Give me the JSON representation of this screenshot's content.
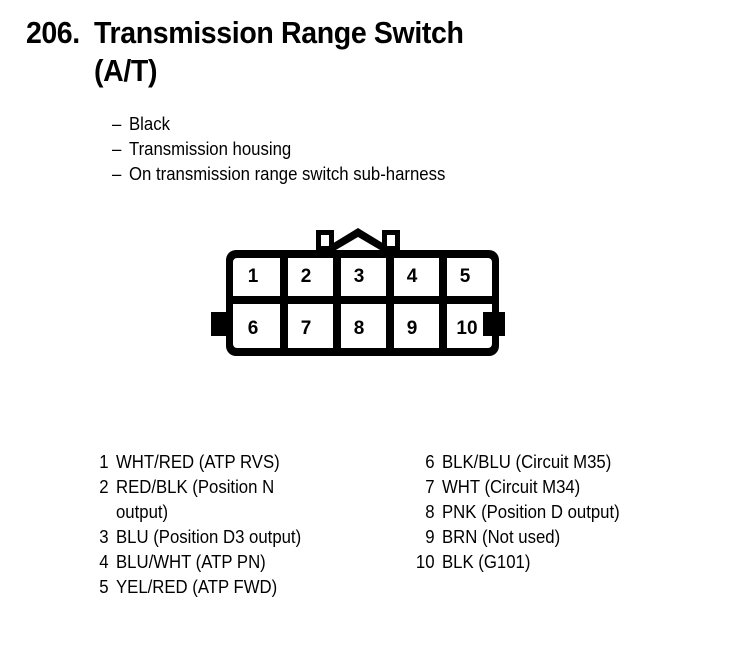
{
  "page": {
    "background_color": "#ffffff",
    "ink_color": "#000000"
  },
  "header": {
    "number": "206.",
    "title": "Transmission Range Switch (A/T)",
    "attributes": [
      {
        "dash": "–",
        "label": "Black"
      },
      {
        "dash": "–",
        "label": "Transmission housing"
      },
      {
        "dash": "–",
        "label": "On transmission range switch sub-harness"
      }
    ]
  },
  "connector": {
    "name": "10-pin connector face view",
    "rows": [
      {
        "pins": [
          "1",
          "2",
          "3",
          "4",
          "5"
        ]
      },
      {
        "pins": [
          "6",
          "7",
          "8",
          "9",
          "10"
        ]
      }
    ],
    "features": {
      "top_tabs": 2,
      "top_peak": "chevron-notch",
      "side_tabs": 2
    }
  },
  "legend": {
    "left_column": [
      {
        "pin": "1",
        "description": "WHT/RED (ATP RVS)"
      },
      {
        "pin": "2",
        "description": "RED/BLK (Position N output)"
      },
      {
        "pin": "3",
        "description": "BLU (Position D3 output)"
      },
      {
        "pin": "4",
        "description": "BLU/WHT (ATP PN)"
      },
      {
        "pin": "5",
        "description": "YEL/RED (ATP FWD)"
      }
    ],
    "right_column": [
      {
        "pin": "6",
        "description": "BLK/BLU (Circuit M35)"
      },
      {
        "pin": "7",
        "description": "WHT (Circuit M34)"
      },
      {
        "pin": "8",
        "description": "PNK (Position D output)"
      },
      {
        "pin": "9",
        "description": "BRN (Not used)"
      },
      {
        "pin": "10",
        "description": "BLK (G101)"
      }
    ]
  }
}
